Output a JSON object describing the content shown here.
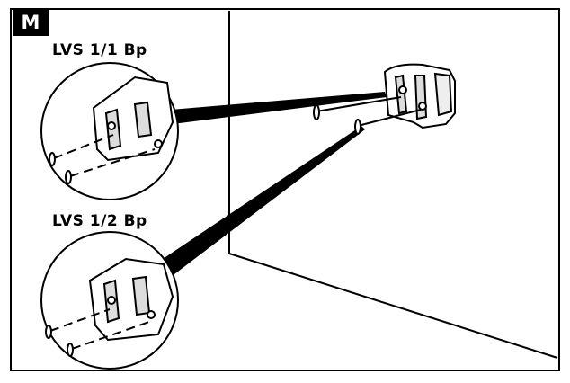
{
  "figure": {
    "panel_letter": "M",
    "labels": {
      "top": "LVS 1/1 Bp",
      "bottom": "LVS 1/2 Bp"
    }
  }
}
